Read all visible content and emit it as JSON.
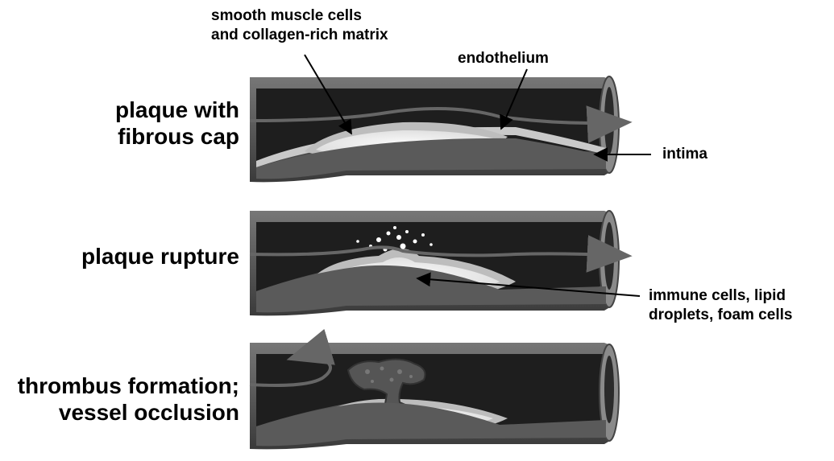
{
  "stages": [
    {
      "label_lines": [
        "plaque with",
        "fibrous cap"
      ]
    },
    {
      "label_lines": [
        "plaque rupture"
      ]
    },
    {
      "label_lines": [
        "thrombus formation;",
        "vessel occlusion"
      ]
    }
  ],
  "callouts": {
    "smooth_muscle": [
      "smooth muscle cells",
      "and collagen-rich matrix"
    ],
    "endothelium": [
      "endothelium"
    ],
    "intima": [
      "intima"
    ],
    "lipid_core": [
      "immune cells, lipid",
      "droplets, foam cells"
    ]
  },
  "colors": {
    "vessel_wall": "#555555",
    "lumen": "#1f1f1f",
    "intima_band": "#c9c9c9",
    "plaque_core": "#eeeeee",
    "thrombus": "#444444"
  }
}
